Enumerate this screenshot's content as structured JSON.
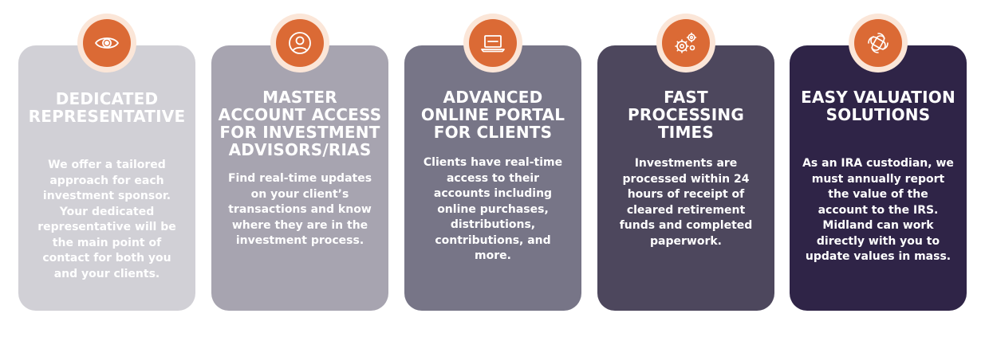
{
  "colors": {
    "badge": "#db6a35",
    "badge_ring": "#fbe6d8",
    "card_1": "#d1d0d6",
    "card_2": "#a7a4b0",
    "card_3": "#777587",
    "card_4": "#4d475d",
    "card_5": "#2f2447"
  },
  "cards": [
    {
      "icon": "eye-icon",
      "title": "DEDICATED REPRESENTATIVE",
      "body": "We offer a tailored approach for each investment sponsor. Your dedicated representative will be the main point of contact for both you and your clients."
    },
    {
      "icon": "user-icon",
      "title": "MASTER ACCOUNT ACCESS FOR INVESTMENT ADVISORS/RIAS",
      "body": "Find real-time updates on your client’s transactions and know where they are in the investment process."
    },
    {
      "icon": "laptop-icon",
      "title": "ADVANCED ONLINE PORTAL FOR CLIENTS",
      "body": "Clients have real-time access to their accounts including online purchases, distributions, contributions, and more."
    },
    {
      "icon": "gears-icon",
      "title": "FAST PROCESSING TIMES",
      "body": "Investments are processed within 24 hours of receipt of cleared retirement funds and completed paperwork."
    },
    {
      "icon": "knot-icon",
      "title": "EASY VALUATION SOLUTIONS",
      "body": "As an IRA custodian, we must annually report the value of the account to the IRS. Midland can work directly with you to update values in mass."
    }
  ]
}
